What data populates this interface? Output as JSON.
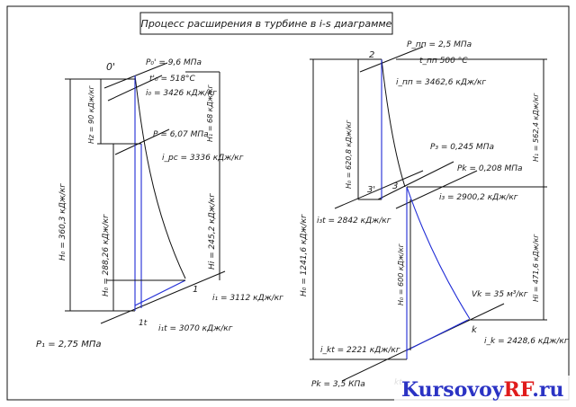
{
  "title": "Процесс расширения в турбине в i-s диаграмме",
  "labels": {
    "p0_prime": "P₀' = 9,6 МПа",
    "t0_prime": "t'₀ = 518°C",
    "i0": "i₀ = 3426 кДж/кг",
    "point_0prime": "0'",
    "hz_left": "Hz = 90 кДж/кг",
    "h1_mod": "H₁ = 68 кДж/кг",
    "prc": "P = 6,07 МПа",
    "irc": "i_рс = 3336 кДж/кг",
    "h0_total_left": "H₀ = 360,3 кДж/кг",
    "h0_left_mid": "H₀ = 288,26 кДж/кг",
    "hi_left": "Hi = 245,2 кДж/кг",
    "p1": "P₁ = 2,75 МПа",
    "point_1": "1",
    "point_1t": "1t",
    "i1": "i₁ = 3112 кДж/кг",
    "i1t": "i₁t = 3070 кДж/кг",
    "ppp": "P_пп = 2,5 МПа",
    "tpp": "t_пп 500 °C",
    "ipp": "i_пп = 3462,6 кДж/кг",
    "point_2": "2",
    "h0_cvd": "H₀ = 620,8 кДж/кг",
    "h1_cvd": "H₁ = 562,4 кДж/кг",
    "p3": "P₃ = 0,245 МПа",
    "pk_small": "Pk = 0,208 МПа",
    "point_3": "3",
    "point_3prime": "3'",
    "i3": "i₃ = 2900,2 кДж/кг",
    "i3t": "i₃t = 2842 кДж/кг",
    "h0_cvd_cnd": "H₀ = 1241,6 кДж/кг",
    "h0_cnd": "H₀ = 600 кДж/кг",
    "hi_cnd": "Hi = 471,6 кДж/кг",
    "vk": "Vk = 35 м³/кг",
    "point_k": "k",
    "point_kt": "kt",
    "ik": "i_k = 2428,6 кДж/кг",
    "ikt": "i_kt = 2221 кДж/кг",
    "pk_cond": "Pk = 3,5 КПа"
  },
  "watermark": {
    "part1": "Kursovoy",
    "part2": "RF",
    "part3": ".ru"
  },
  "colors": {
    "line": "#111111",
    "process": "#1f2bd6",
    "watermark_blue": "#2b33c4",
    "watermark_red": "#e01b1b"
  }
}
